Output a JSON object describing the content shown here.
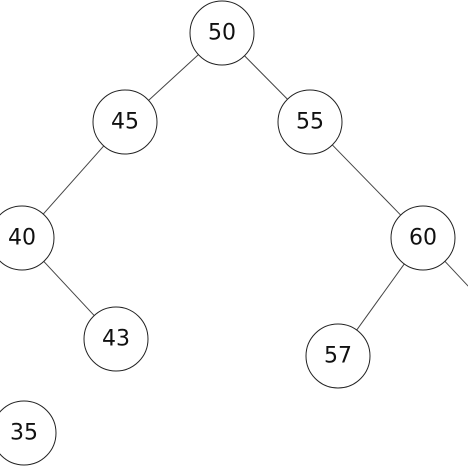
{
  "tree": {
    "nodes": [
      {
        "id": "n50",
        "label": "50"
      },
      {
        "id": "n45",
        "label": "45"
      },
      {
        "id": "n55",
        "label": "55"
      },
      {
        "id": "n40",
        "label": "40"
      },
      {
        "id": "n60",
        "label": "60"
      },
      {
        "id": "n43",
        "label": "43"
      },
      {
        "id": "n57",
        "label": "57"
      },
      {
        "id": "n35",
        "label": "35"
      }
    ],
    "edges": [
      {
        "from": "n50",
        "to": "n45"
      },
      {
        "from": "n50",
        "to": "n55"
      },
      {
        "from": "n45",
        "to": "n40"
      },
      {
        "from": "n55",
        "to": "n60"
      },
      {
        "from": "n40",
        "to": "n43"
      },
      {
        "from": "n60",
        "to": "n57"
      },
      {
        "from": "n60",
        "to": "offscreen-right"
      }
    ]
  },
  "colors": {
    "background": "#ffffff",
    "node_fill": "#ffffff",
    "node_stroke": "#222222",
    "edge_stroke": "#444444",
    "text": "#111111"
  }
}
